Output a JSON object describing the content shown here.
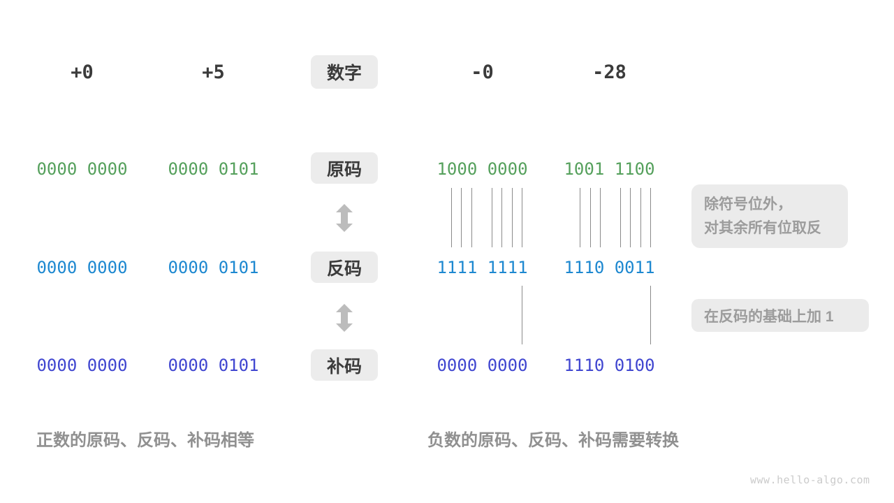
{
  "header": {
    "columns": [
      "+0",
      "+5",
      "-0",
      "-28"
    ],
    "number_label": "数字"
  },
  "rows": [
    {
      "id": "sign-magnitude",
      "label": "原码",
      "values": [
        "0000 0000",
        "0000 0101",
        "1000 0000",
        "1001 1100"
      ],
      "color": "#55a05c"
    },
    {
      "id": "ones-complement",
      "label": "反码",
      "values": [
        "0000 0000",
        "0000 0101",
        "1111 1111",
        "1110 0011"
      ],
      "color": "#1d88d0"
    },
    {
      "id": "twos-complement",
      "label": "补码",
      "values": [
        "0000 0000",
        "0000 0101",
        "0000 0000",
        "1110 0100"
      ],
      "color": "#4046d0"
    }
  ],
  "annotations": {
    "invert_note_line1": "除符号位外，",
    "invert_note_line2": "对其余所有位取反",
    "add_one_note": "在反码的基础上加 1"
  },
  "captions": {
    "positive": "正数的原码、反码、补码相等",
    "negative": "负数的原码、反码、补码需要转换"
  },
  "watermark": "www.hello-algo.com",
  "colors": {
    "text_dark": "#3b3b3b",
    "sign_magnitude": "#55a05c",
    "ones_complement": "#1d88d0",
    "twos_complement": "#4046d0",
    "badge_background": "#ececec",
    "note_background": "#ebebeb",
    "note_text": "#9c9c9c",
    "caption_text": "#909090",
    "connector_line": "#8a8a8a",
    "arrow": "#bcbcbc",
    "watermark_text": "#cbcbcb"
  }
}
